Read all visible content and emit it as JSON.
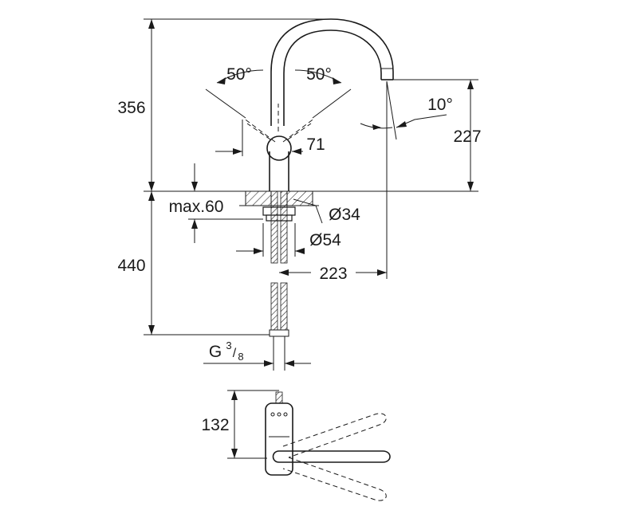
{
  "dimensions": {
    "height_top": "356",
    "height_spout": "227",
    "angle_left": "50°",
    "angle_right": "50°",
    "spout_angle": "10°",
    "lever_offset": "71",
    "max_thickness": "max.60",
    "hole_diameter": "Ø34",
    "base_diameter": "Ø54",
    "reach": "223",
    "hose_length": "440",
    "thread_g": "G",
    "thread_num": "3",
    "thread_den": "8",
    "top_view_depth": "132"
  }
}
